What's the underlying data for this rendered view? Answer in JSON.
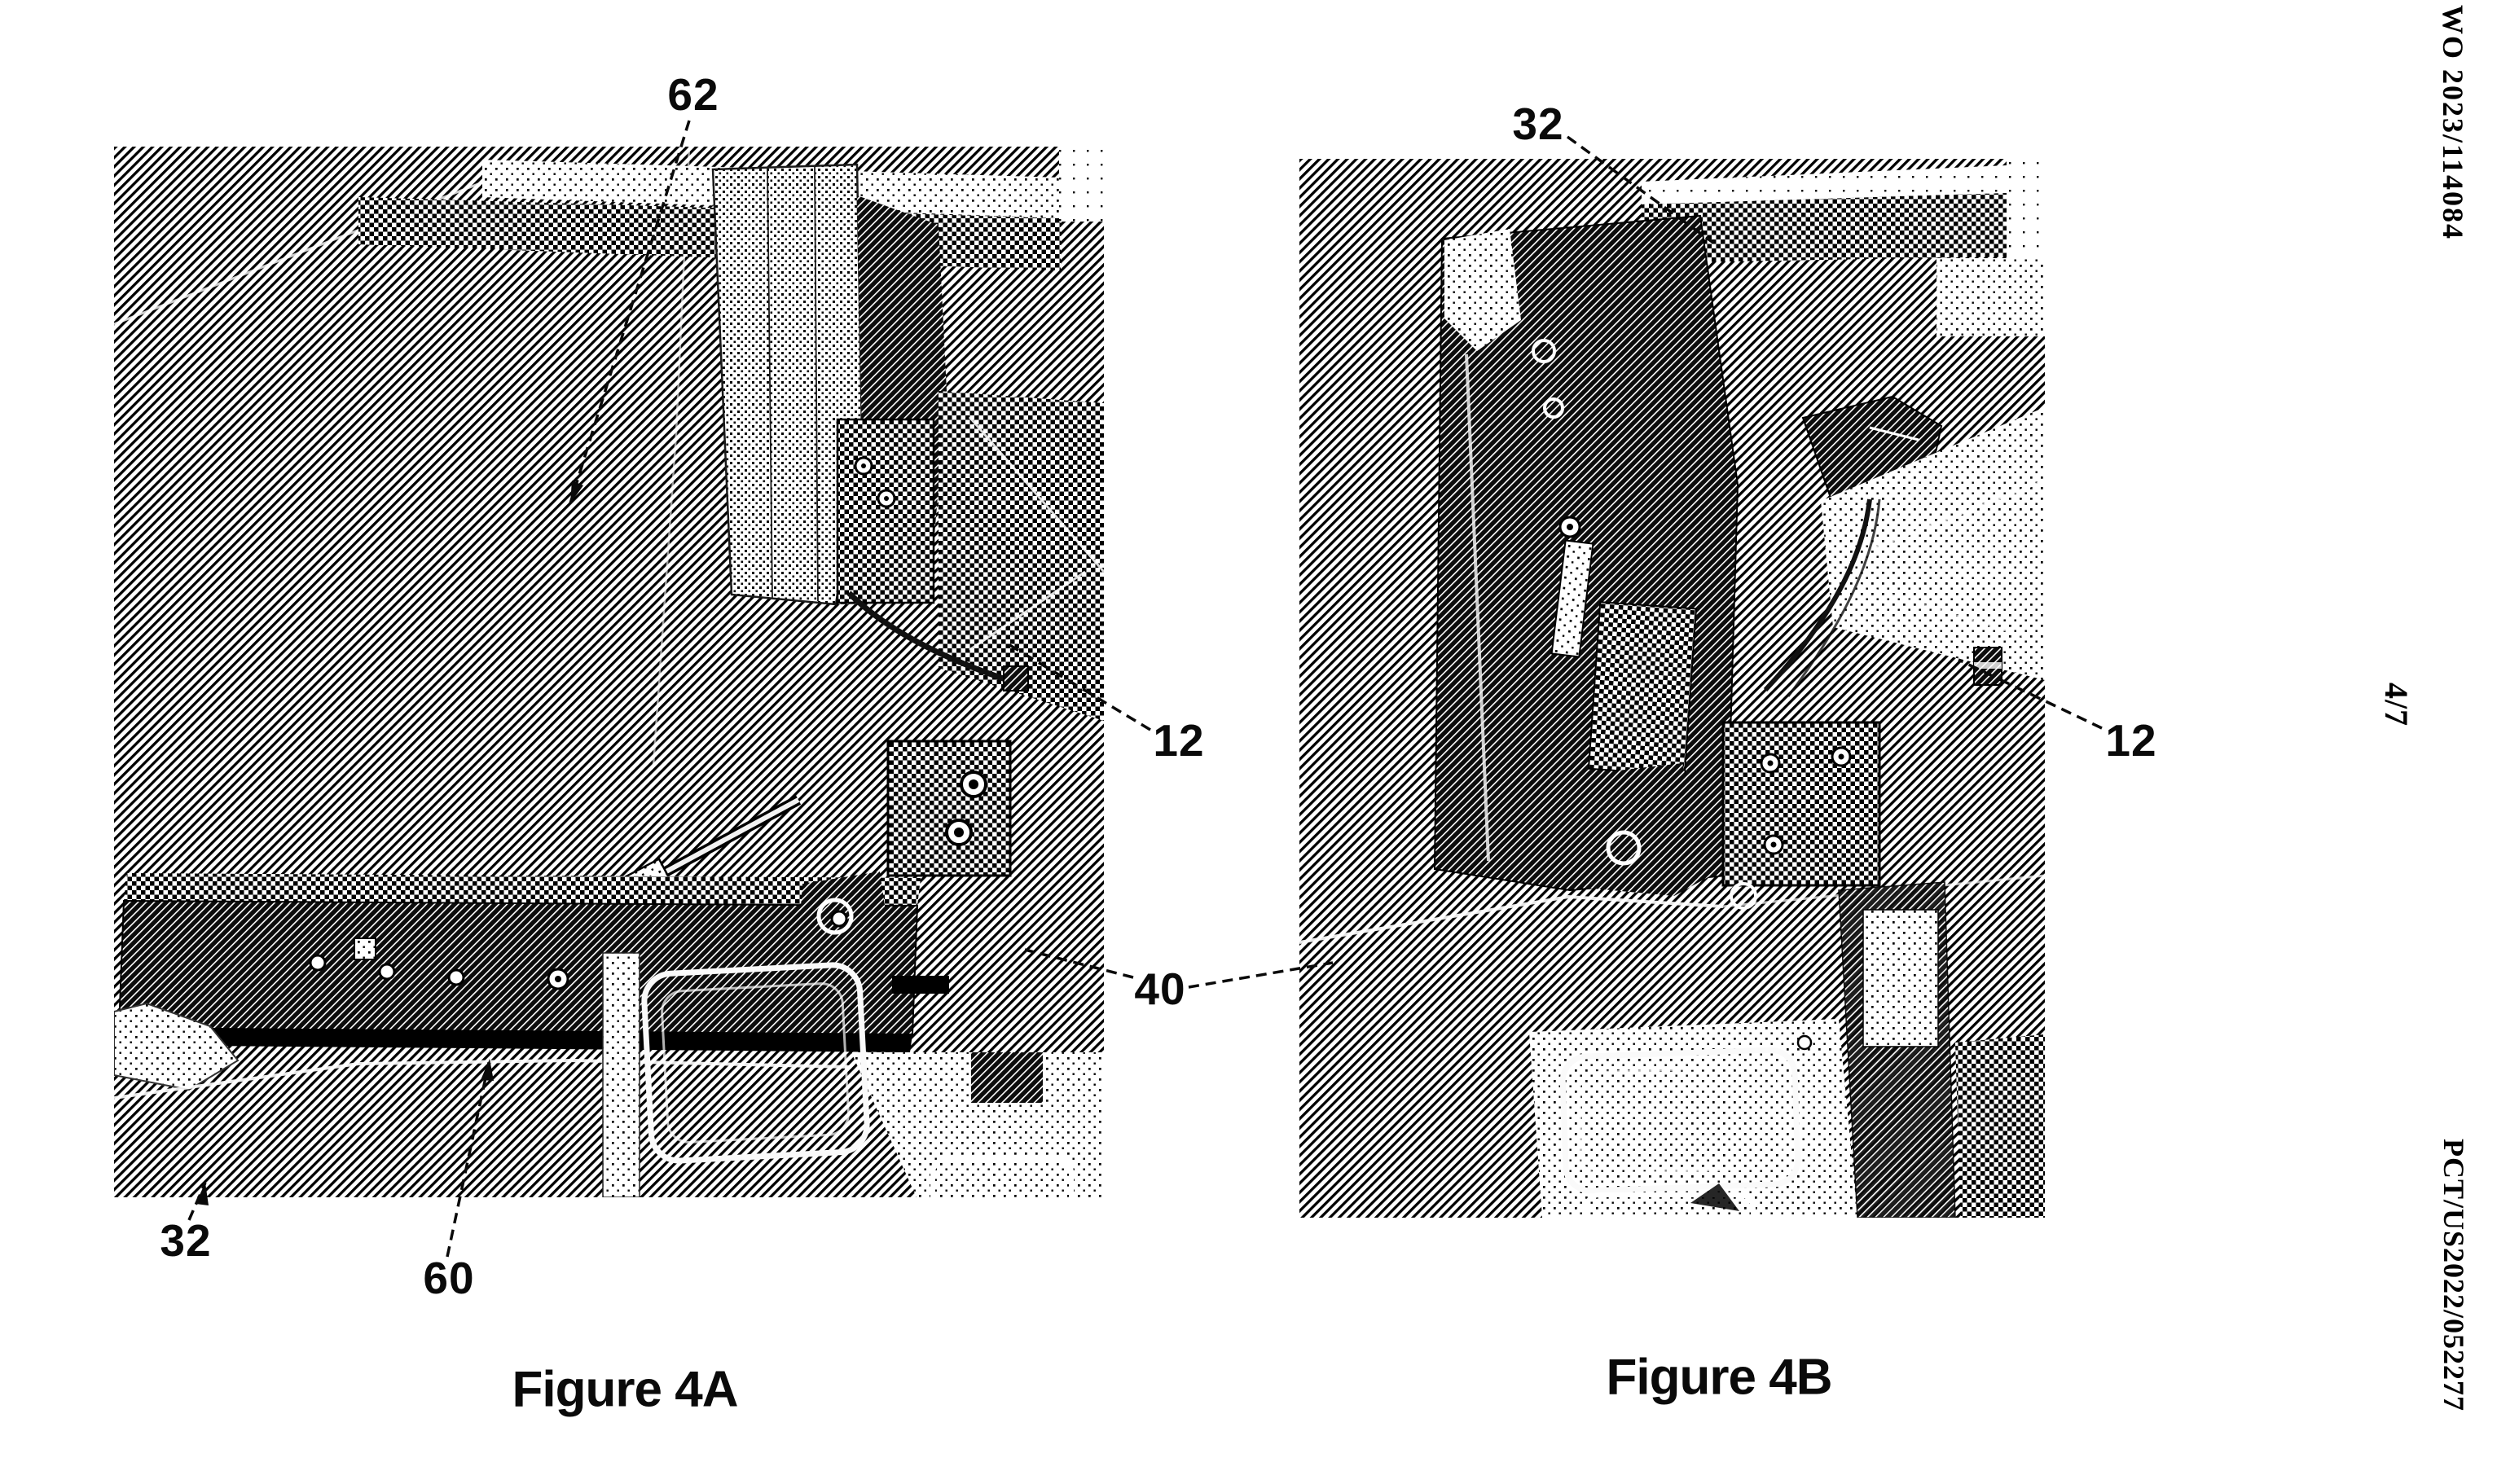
{
  "margin": {
    "publication_number": "WO 2023/114084",
    "sheet_indicator": "4/7",
    "application_number": "PCT/US2022/052277"
  },
  "figures": [
    {
      "caption": "Figure 4A",
      "reference_numerals": [
        "62",
        "32",
        "60",
        "12",
        "40"
      ]
    },
    {
      "caption": "Figure 4B",
      "reference_numerals": [
        "32",
        "12"
      ]
    }
  ],
  "colors": {
    "ink": "#000000",
    "paper": "#ffffff"
  }
}
